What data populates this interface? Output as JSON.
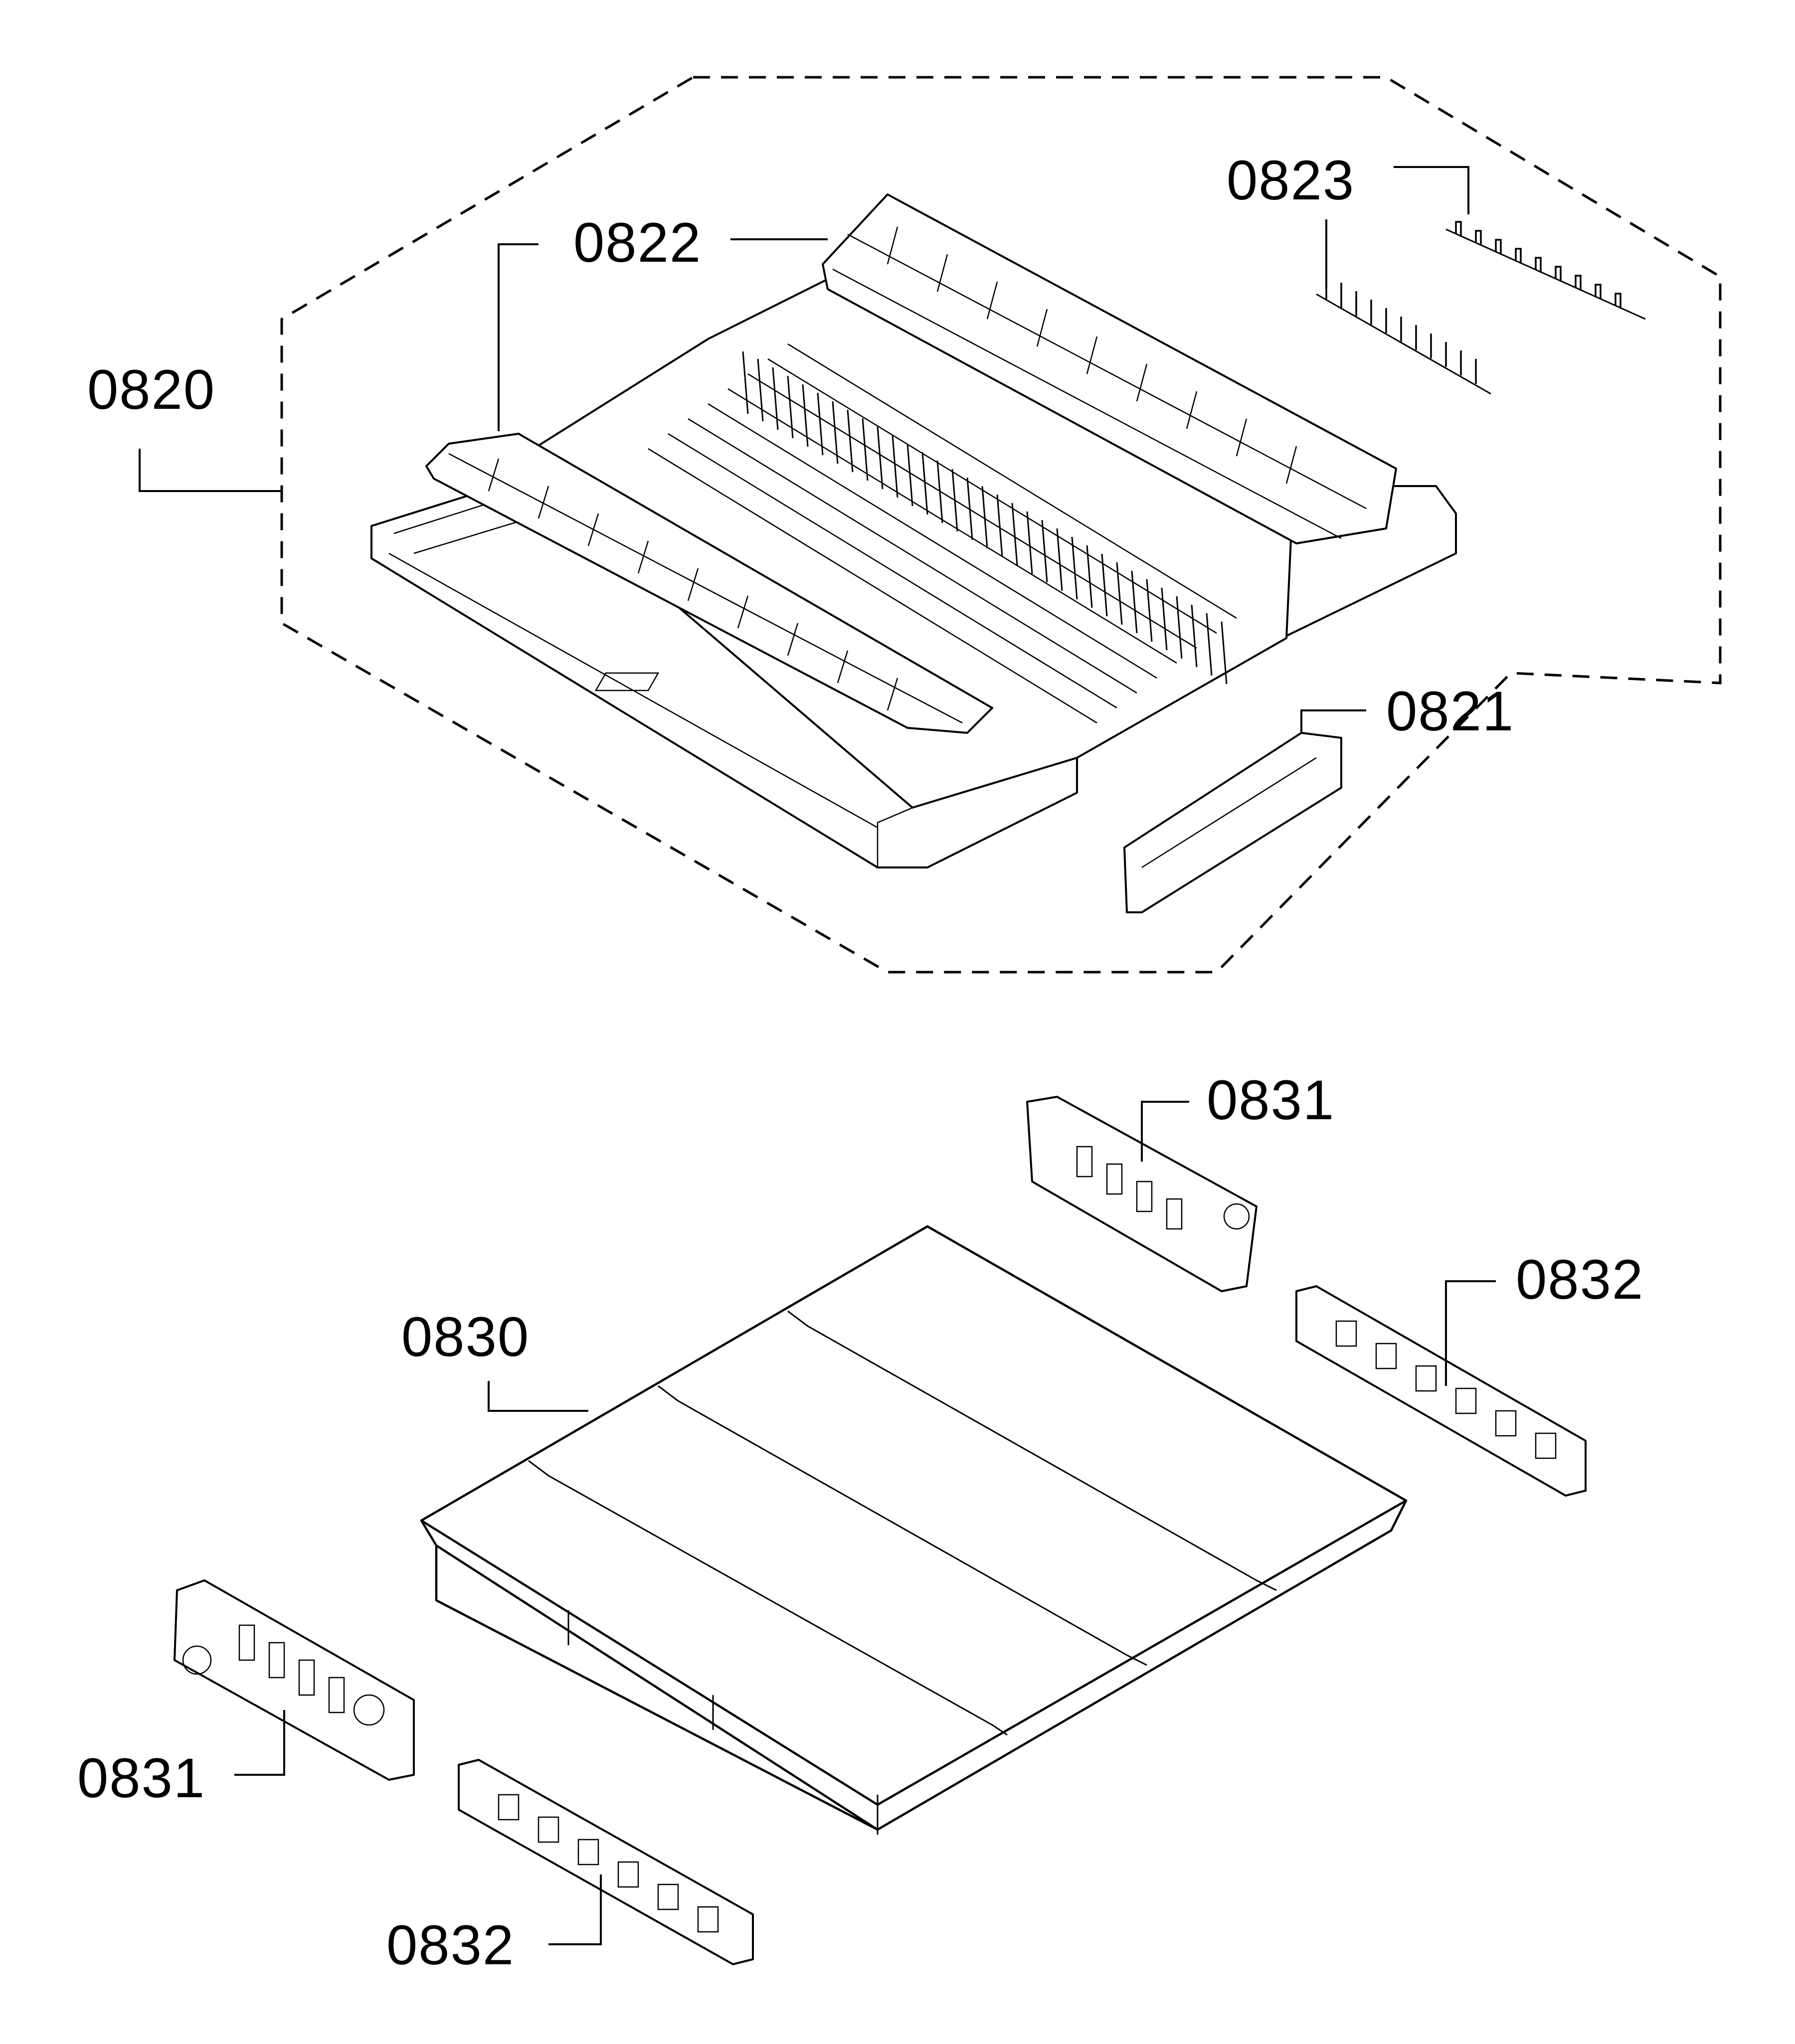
{
  "callouts": [
    {
      "id": "0820",
      "text": "0820"
    },
    {
      "id": "0821",
      "text": "0821"
    },
    {
      "id": "0822",
      "text": "0822"
    },
    {
      "id": "0823",
      "text": "0823"
    },
    {
      "id": "0830",
      "text": "0830"
    },
    {
      "id": "0831a",
      "text": "0831"
    },
    {
      "id": "0831b",
      "text": "0831"
    },
    {
      "id": "0832a",
      "text": "0832"
    },
    {
      "id": "0832b",
      "text": "0832"
    }
  ]
}
